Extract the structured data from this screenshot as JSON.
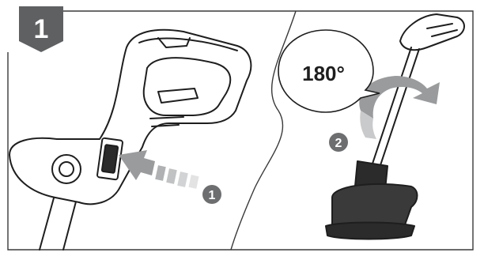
{
  "figure": {
    "step_number": "1",
    "rotation_label": "180°",
    "callouts": [
      "1",
      "2"
    ]
  },
  "colors": {
    "step_badge": "#5f6062",
    "callout_badge": "#6d6e70",
    "outline": "#1e1e1e",
    "frame": "#3a3a3a",
    "arrow_gray": "#9a9b9d",
    "arrow_light": "#c9cacb",
    "tool_dark": "#2b2b2b"
  },
  "icons": {
    "push_arrow": "arrow-right-icon",
    "rotate_arrow": "rotate-arrow-icon"
  }
}
